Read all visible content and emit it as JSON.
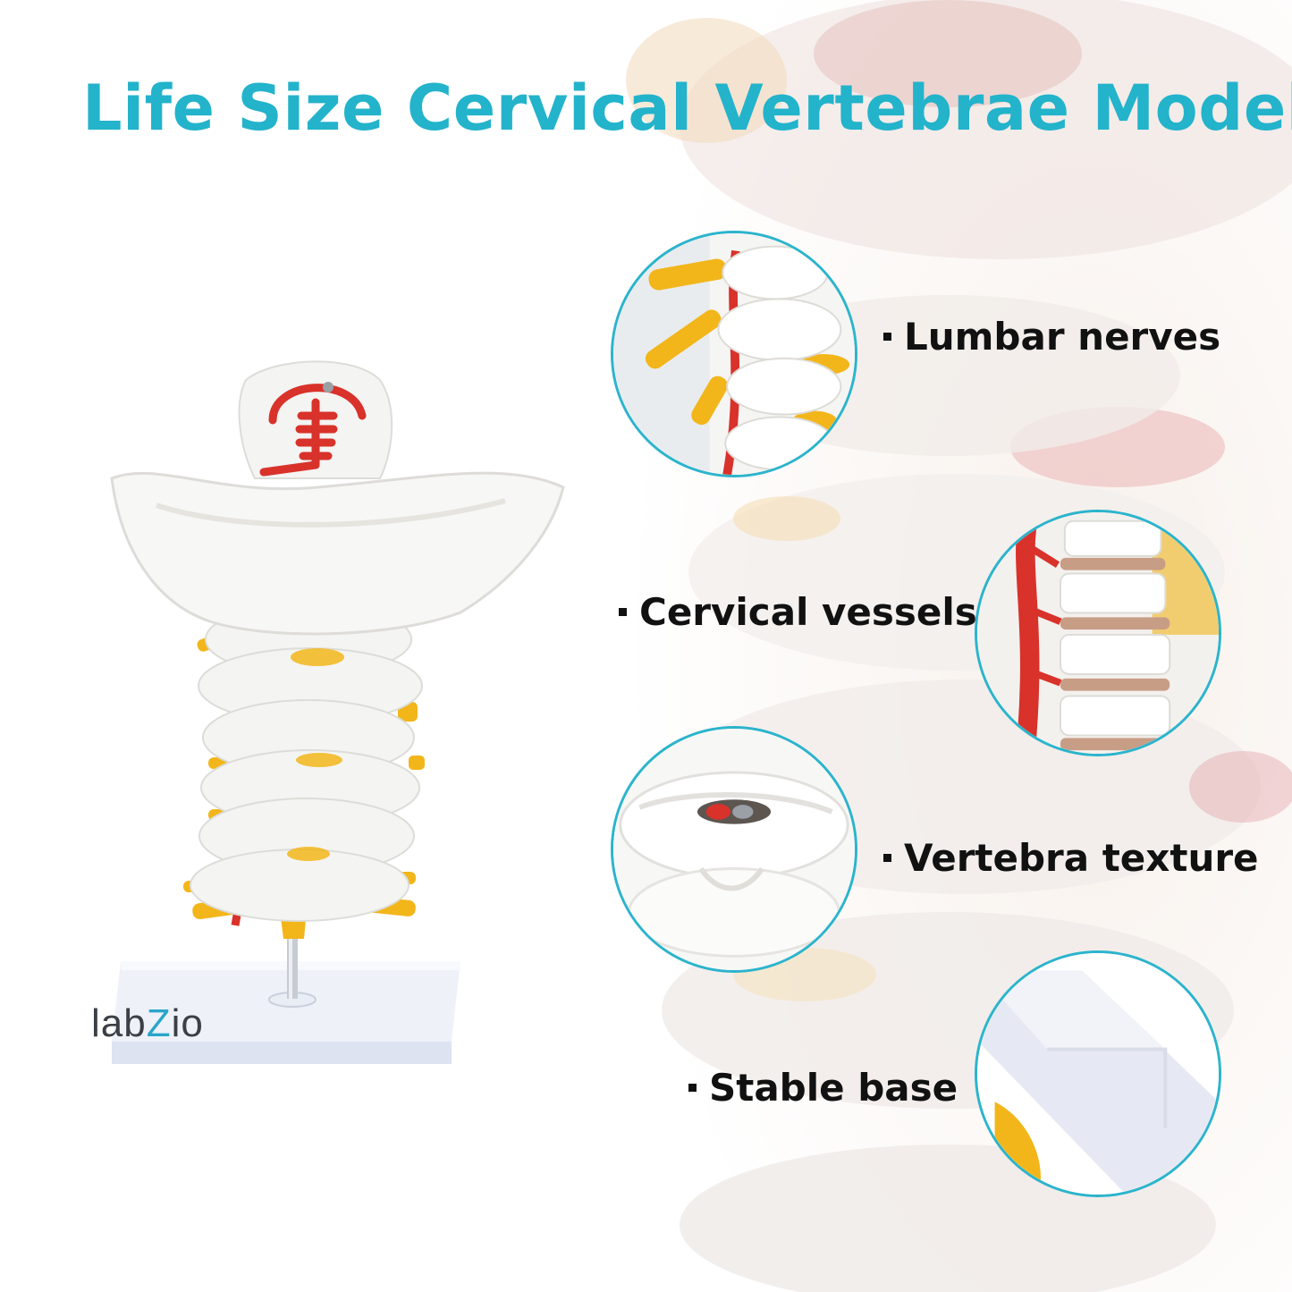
{
  "title": "Life Size Cervical Vertebrae Model",
  "brand": {
    "prefix": "lab",
    "accent": "Z",
    "suffix": "io"
  },
  "features": [
    {
      "label": "Lumbar nerves"
    },
    {
      "label": "Cervical vessels"
    },
    {
      "label": "Vertebra texture"
    },
    {
      "label": "Stable base"
    }
  ],
  "colors": {
    "title": "#23b3cb",
    "circle_border": "#2bb4cc",
    "bone": "#f4f4f2",
    "nerve": "#f2b61b",
    "vessel": "#d8322b",
    "base": "#e8ecf6"
  }
}
